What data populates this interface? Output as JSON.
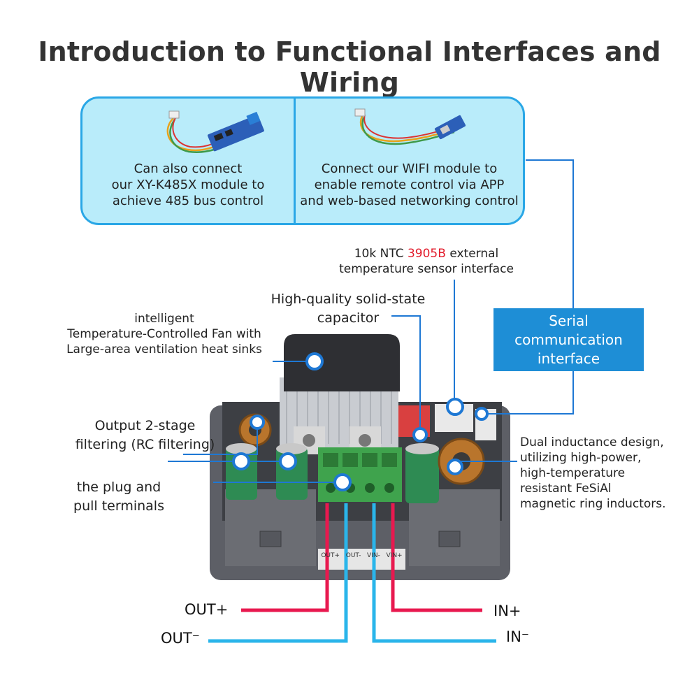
{
  "title": "Introduction to Functional Interfaces and Wiring",
  "panel": {
    "left_lines": [
      "Can also connect",
      "our XY-K485X module to",
      "achieve 485 bus control"
    ],
    "right_lines": [
      "Connect our WIFI module to",
      "enable remote control via APP",
      "and web-based networking control"
    ]
  },
  "labels": {
    "ntc_line1_pre": "10k NTC ",
    "ntc_line1_accent": "3905B",
    "ntc_line1_post": " external",
    "ntc_line2": "temperature sensor interface",
    "capacitor": [
      "High-quality solid-state",
      "capacitor"
    ],
    "fan": [
      "intelligent",
      "Temperature-Controlled Fan with",
      "Large-area ventilation heat sinks"
    ],
    "serial": [
      "Serial",
      "communication",
      "interface"
    ],
    "filter": [
      "Output 2-stage",
      "filtering (RC filtering)"
    ],
    "terminals": [
      "the plug and",
      "pull terminals"
    ],
    "inductance": [
      "Dual inductance design,",
      "utilizing high-power,",
      "high-temperature",
      "resistant FeSiAl",
      "magnetic ring inductors."
    ]
  },
  "wires": {
    "out_plus": "OUT+",
    "out_minus": "OUT⁻",
    "in_plus": "IN+",
    "in_minus": "IN⁻"
  },
  "terminal_tags": [
    "OUT+",
    "OUT-",
    "VIN-",
    "VIN+"
  ],
  "colors": {
    "accent_blue": "#2aa7e6",
    "panel_fill": "#b9ecfa",
    "serial_box": "#1e8ed6",
    "wire_red": "#e8194f",
    "wire_blue": "#2ab5ea",
    "ntc_accent": "#e21b2b"
  }
}
